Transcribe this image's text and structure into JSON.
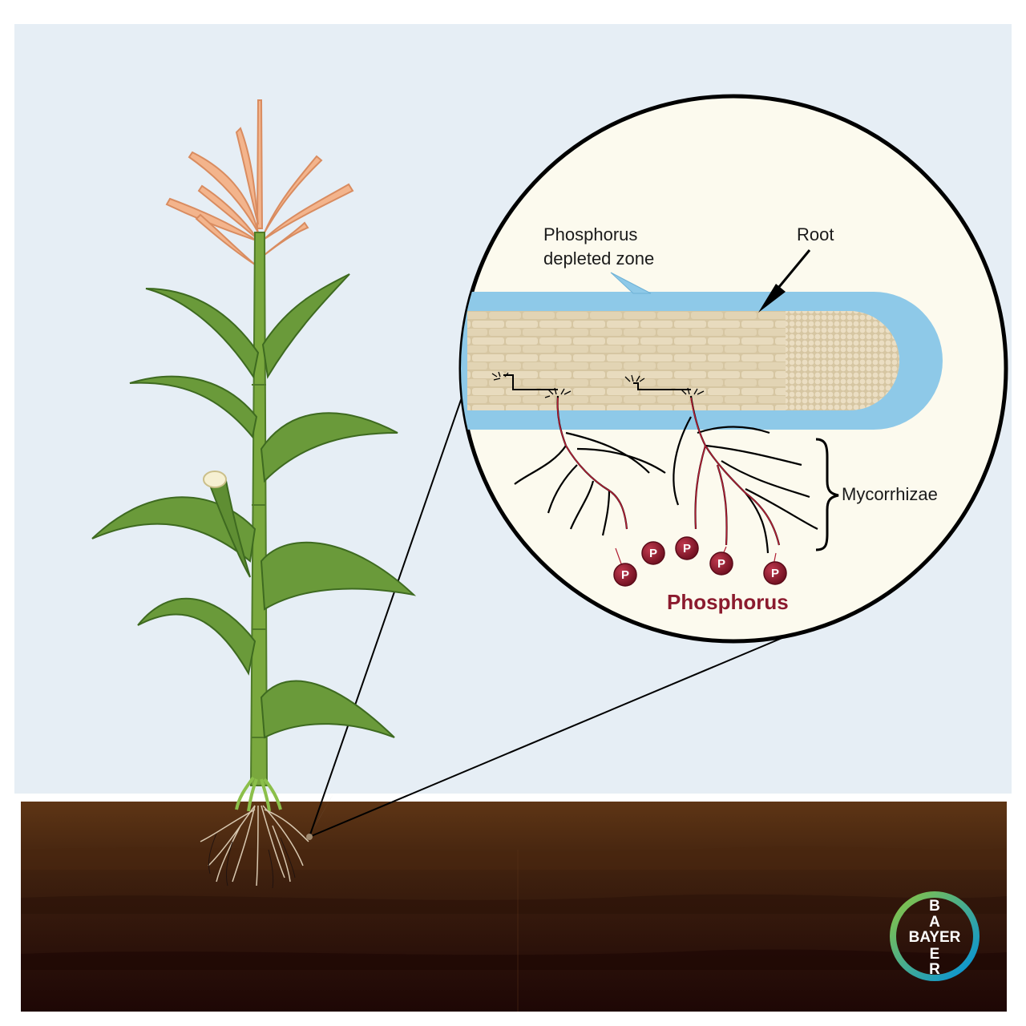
{
  "labels": {
    "depleted_zone_line1": "Phosphorus",
    "depleted_zone_line2": "depleted zone",
    "root": "Root",
    "mycorrhizae": "Mycorrhizae",
    "phosphorus": "Phosphorus",
    "p_symbol": "P"
  },
  "logo": {
    "horizontal": "BAYER",
    "vertical": [
      "B",
      "A",
      "Y",
      "E",
      "R"
    ]
  },
  "colors": {
    "sky": "#e6eef5",
    "soil_top": "#5e3515",
    "soil_bottom": "#200805",
    "leaf": "#6a9a3a",
    "tassel": "#f3b48c",
    "depleted_zone": "#8ec9e8",
    "root_cells": "#e0d2b0",
    "phosphorus": "#8b1a2e",
    "inset_bg": "#fcfaee",
    "logo_green": "#8cc63f",
    "logo_blue": "#0091df"
  }
}
